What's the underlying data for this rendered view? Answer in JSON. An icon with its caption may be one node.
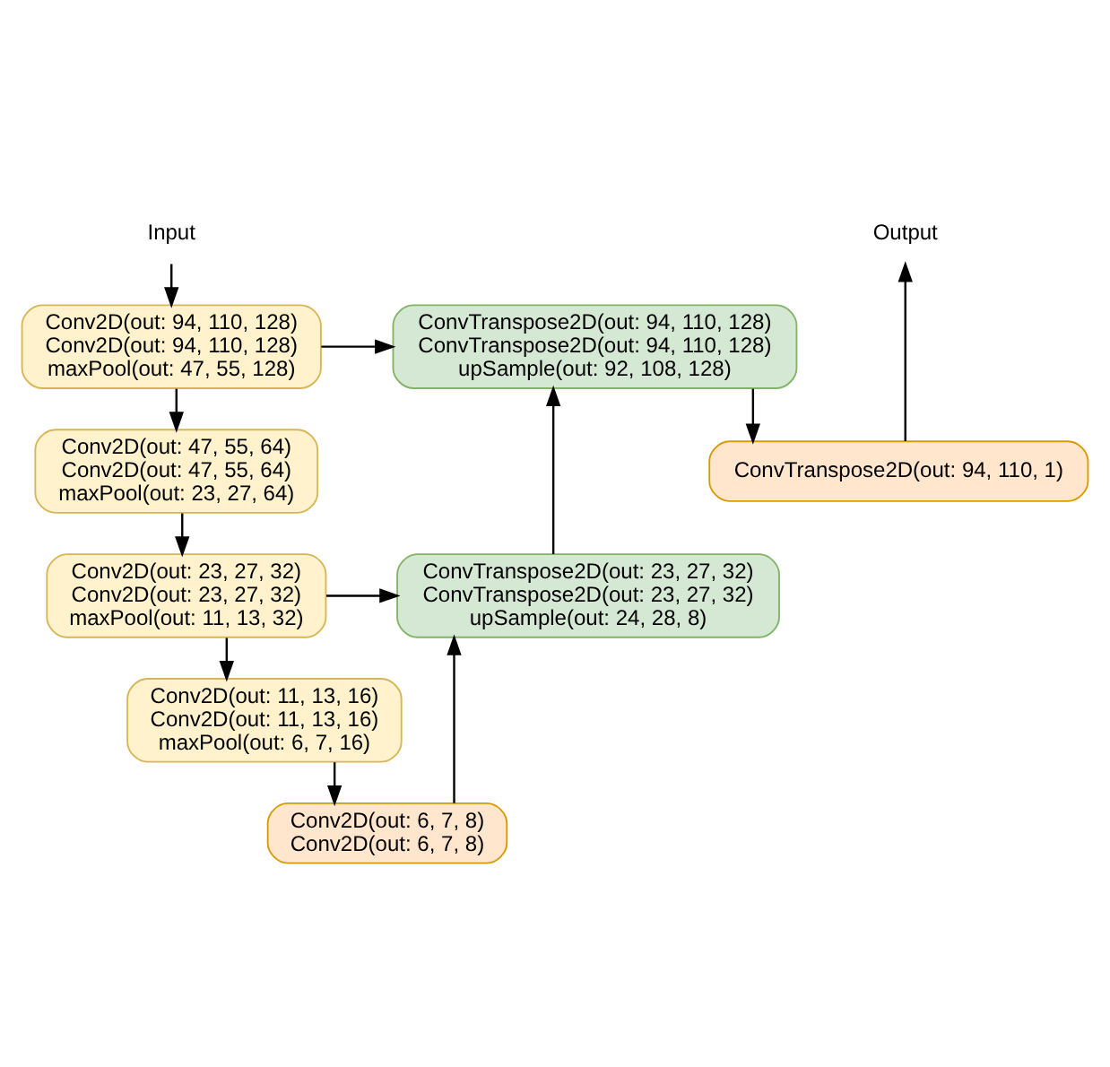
{
  "diagram": {
    "nodes": [
      {
        "text": [
          "Input"
        ]
      },
      {
        "text": [
          "Conv2D(out: 94, 110, 128)",
          "Conv2D(out: 94, 110, 128)",
          "maxPool(out: 47, 55, 128)"
        ]
      },
      {
        "text": [
          "Conv2D(out: 47, 55, 64)",
          "Conv2D(out: 47, 55, 64)",
          "maxPool(out: 23, 27, 64)"
        ]
      },
      {
        "text": [
          "Conv2D(out: 23, 27, 32)",
          "Conv2D(out: 23, 27, 32)",
          "maxPool(out: 11, 13, 32)"
        ]
      },
      {
        "text": [
          "Conv2D(out: 11, 13, 16)",
          "Conv2D(out: 11, 13, 16)",
          "maxPool(out: 6, 7, 16)"
        ]
      },
      {
        "text": [
          "Conv2D(out: 6, 7, 8)",
          "Conv2D(out: 6, 7, 8)"
        ]
      },
      {
        "text": [
          "ConvTranspose2D(out: 23, 27, 32)",
          "ConvTranspose2D(out: 23, 27, 32)",
          "upSample(out: 24, 28, 8)"
        ]
      },
      {
        "text": [
          "ConvTranspose2D(out: 94, 110, 128)",
          "ConvTranspose2D(out: 94, 110, 128)",
          "upSample(out: 92, 108, 128)"
        ]
      },
      {
        "text": [
          "ConvTranspose2D(out: 94, 110, 1)"
        ]
      },
      {
        "text": [
          "Output"
        ]
      }
    ],
    "edges": [
      {
        "from": 0,
        "to": 1,
        "arrow": "to"
      },
      {
        "from": 1,
        "to": 2,
        "arrow": "to"
      },
      {
        "from": 2,
        "to": 3,
        "arrow": "to"
      },
      {
        "from": 3,
        "to": 4,
        "arrow": "to"
      },
      {
        "from": 4,
        "to": 5,
        "arrow": "to"
      },
      {
        "from": 5,
        "to": 6,
        "arrow": "to"
      },
      {
        "from": 6,
        "to": 7,
        "arrow": "to"
      },
      {
        "from": 7,
        "to": 8,
        "arrow": "to"
      },
      {
        "from": 8,
        "to": 9,
        "arrow": "to"
      },
      {
        "from": 1,
        "to": 7,
        "arrow": "to"
      },
      {
        "from": 3,
        "to": 6,
        "arrow": "to"
      }
    ]
  }
}
